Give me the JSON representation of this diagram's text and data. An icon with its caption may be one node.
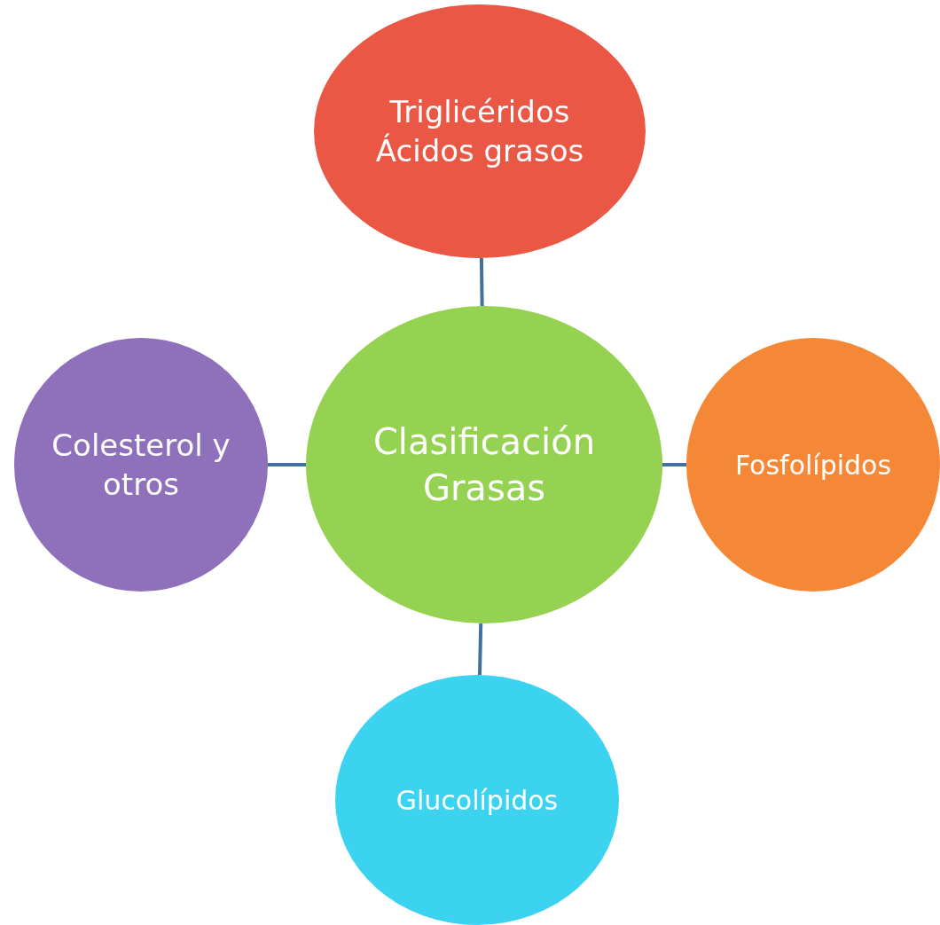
{
  "diagram": {
    "nodes": [
      {
        "text": [
          "Triglicéridos",
          "Ácidos grasos"
        ]
      },
      {
        "text": [
          "Colesterol y otros"
        ]
      },
      {
        "text": [
          "Clasificación Grasas"
        ]
      },
      {
        "text": [
          "Fosfolípidos"
        ]
      },
      {
        "text": [
          "Glucolípidos"
        ]
      }
    ],
    "edges": [
      {
        "from": 2,
        "to": 0,
        "arrow": "none"
      },
      {
        "from": 2,
        "to": 1,
        "arrow": "none"
      },
      {
        "from": 2,
        "to": 3,
        "arrow": "none"
      },
      {
        "from": 2,
        "to": 4,
        "arrow": "none"
      }
    ]
  }
}
